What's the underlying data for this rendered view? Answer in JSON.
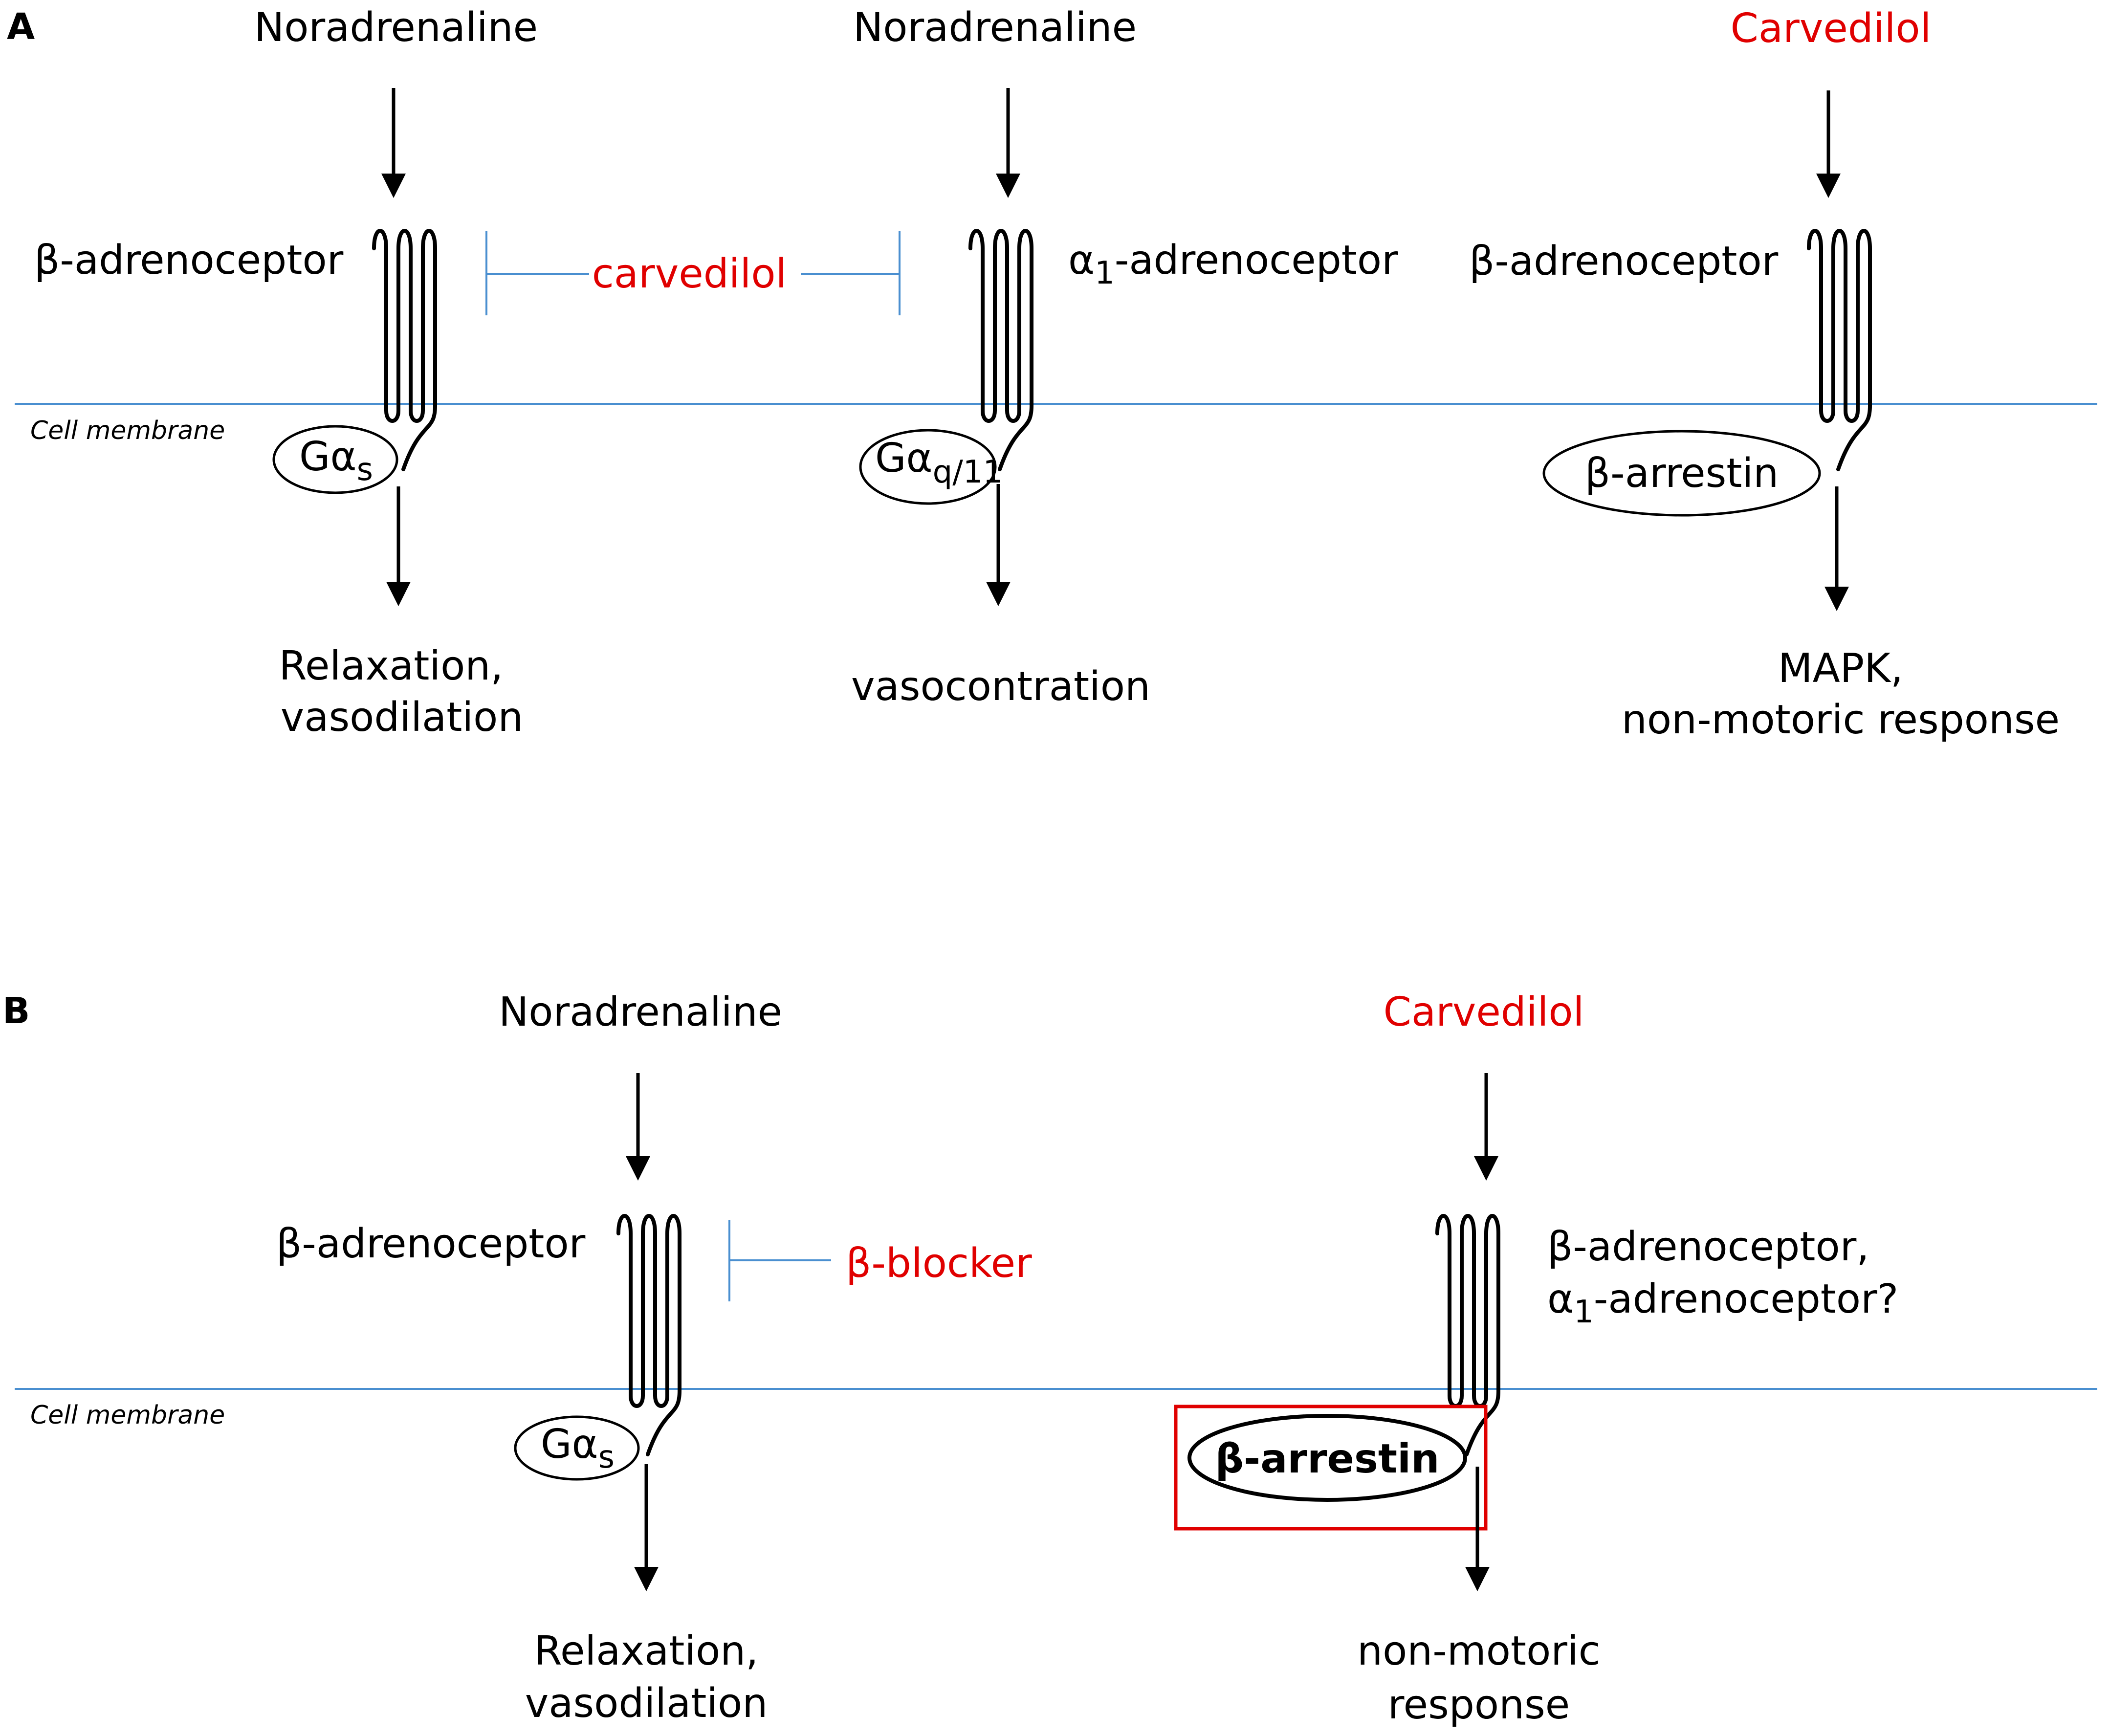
{
  "panel_a": {
    "label": "A",
    "membrane_label": "Cell membrane",
    "left": {
      "ligand": "Noradrenaline",
      "receptor": "β-adrenoceptor",
      "gprotein_main": "Gα",
      "gprotein_sub": "s",
      "response_line1": "Relaxation,",
      "response_line2": "vasodilation"
    },
    "middle": {
      "ligand": "Noradrenaline",
      "receptor_prefix": "α",
      "receptor_sub": "1",
      "receptor_suffix": "-adrenoceptor",
      "gprotein_main": "Gα",
      "gprotein_sub": "q/11",
      "response": "vasocontration"
    },
    "inhibitor": "carvedilol",
    "right": {
      "ligand": "Carvedilol",
      "receptor": "β-adrenoceptor",
      "effector": "β-arrestin",
      "response_line1": "MAPK,",
      "response_line2": "non-motoric response"
    }
  },
  "panel_b": {
    "label": "B",
    "membrane_label": "Cell membrane",
    "left": {
      "ligand": "Noradrenaline",
      "receptor": "β-adrenoceptor",
      "inhibitor": "β-blocker",
      "gprotein_main": "Gα",
      "gprotein_sub": "s",
      "response_line1": "Relaxation,",
      "response_line2": "vasodilation"
    },
    "right": {
      "ligand": "Carvedilol",
      "receptor_line1": "β-adrenoceptor,",
      "receptor_line2_prefix": "α",
      "receptor_line2_sub": "1",
      "receptor_line2_suffix": "-adrenoceptor?",
      "effector": "β-arrestin",
      "response_line1": "non-motoric",
      "response_line2": "response"
    }
  },
  "colors": {
    "highlight": "#e00000",
    "membrane": "#4a8fd0",
    "ink": "#000000"
  }
}
